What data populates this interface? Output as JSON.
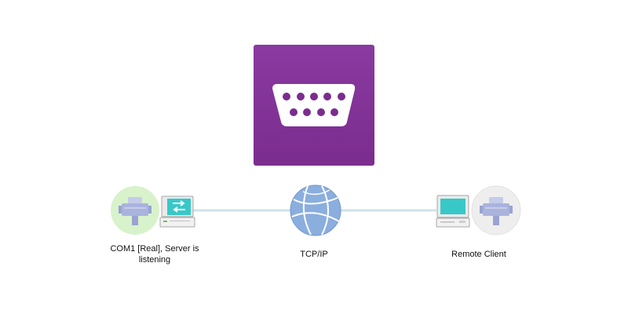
{
  "logo": {
    "icon": "serial-port-icon"
  },
  "nodes": {
    "local": {
      "label": "COM1 [Real], Server is listening",
      "icons": [
        "serial-port-icon",
        "computer-transfer-icon"
      ]
    },
    "network": {
      "label": "TCP/IP",
      "icon": "globe-icon"
    },
    "remote": {
      "label": "Remote Client",
      "icons": [
        "computer-icon",
        "serial-port-icon"
      ]
    }
  },
  "colors": {
    "logo_background": "#7b2d8e",
    "logo_foreground": "#ffffff",
    "connector": "#cfe3e8",
    "local_port_circle": "#d8f2cc",
    "remote_port_circle": "#eeeeee",
    "port_body": "#aab3dc",
    "globe": "#8aaede",
    "screen": "#38c8c8"
  }
}
